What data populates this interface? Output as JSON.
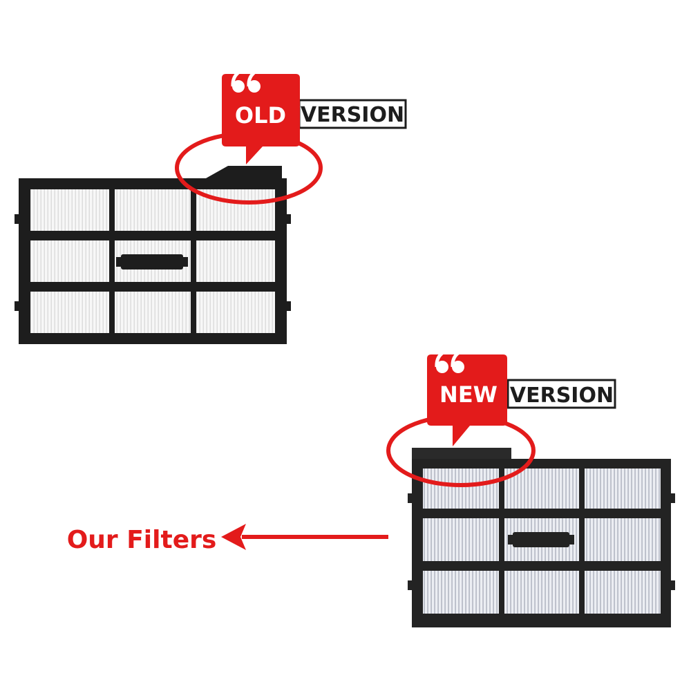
{
  "old_badge": {
    "label_red": "OLD",
    "label_box": "VERSION"
  },
  "new_badge": {
    "label_red": "NEW",
    "label_box": "VERSION"
  },
  "callout": {
    "text": "Our Filters"
  },
  "colors": {
    "accent_red": "#e31b1b",
    "frame_black": "#1d1d1d",
    "filter_white": "#f4f4f4",
    "filter_gray": "#e6e8ee"
  },
  "icons": {
    "quote": "quote-icon",
    "arrow": "left-arrow-icon"
  }
}
